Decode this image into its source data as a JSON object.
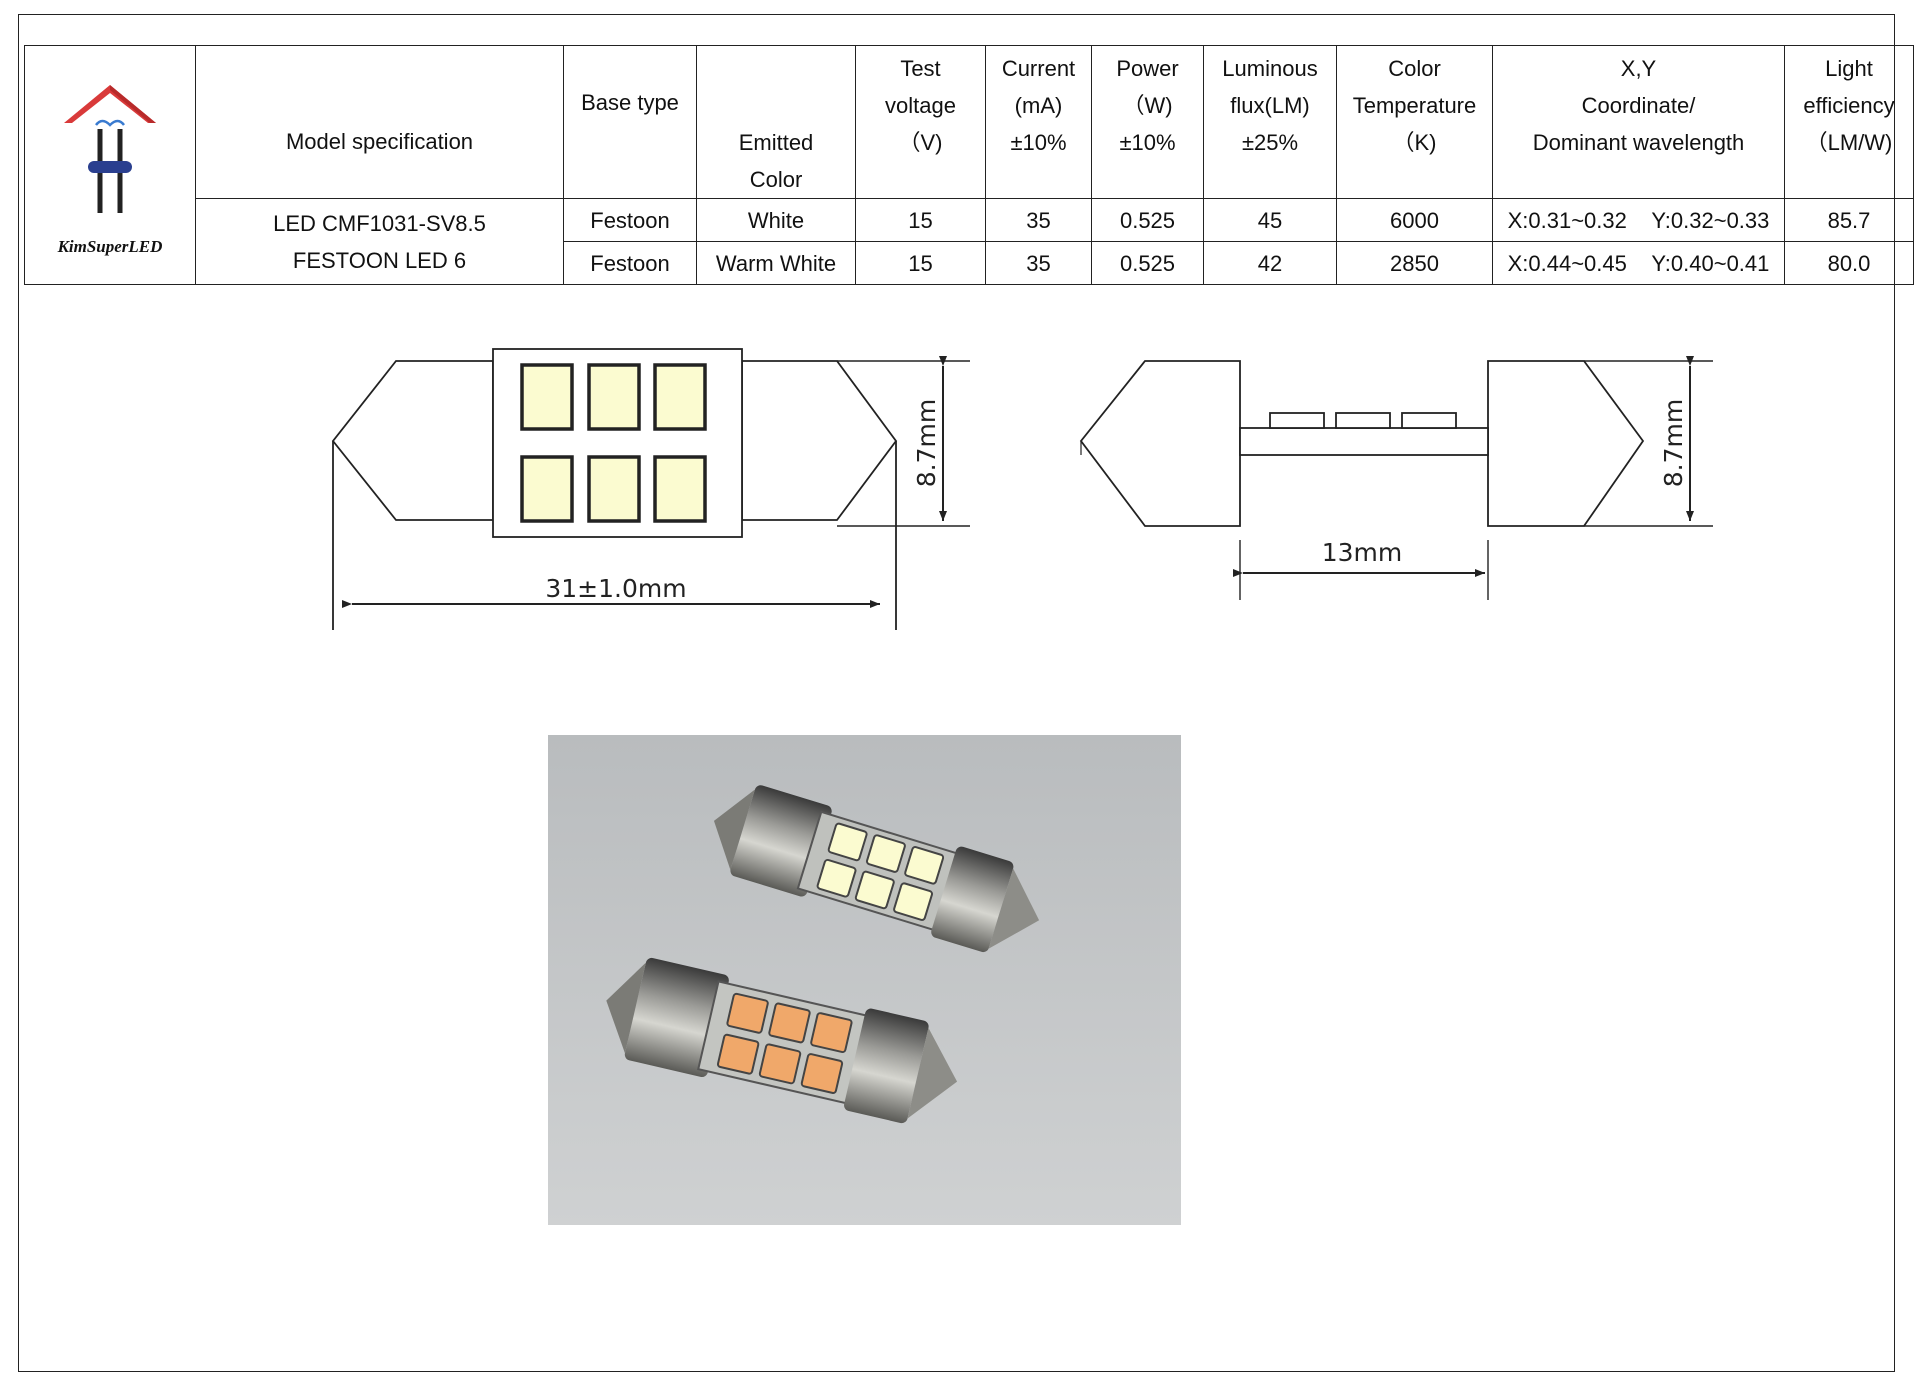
{
  "logo": {
    "brand": "KimSuperLED"
  },
  "table": {
    "headers": {
      "model": "Model specification",
      "base": "Base type",
      "emitted": [
        "Emitted",
        "Color"
      ],
      "voltage": [
        "Test",
        "voltage",
        "（V)"
      ],
      "current": [
        "Current",
        "(mA)",
        "±10%"
      ],
      "power": [
        "Power",
        "（W)",
        "±10%"
      ],
      "flux": [
        "Luminous",
        "flux(LM)",
        "±25%"
      ],
      "cct": [
        "Color",
        "Temperature",
        "（K)"
      ],
      "xy": [
        "X,Y",
        "Coordinate/",
        "Dominant wavelength"
      ],
      "efficiency": [
        "Light",
        "efficiency",
        "（LM/W)"
      ]
    },
    "model_name": [
      "LED CMF1031-SV8.5",
      "FESTOON LED 6"
    ],
    "rows": [
      {
        "base": "Festoon",
        "color": "White",
        "voltage": "15",
        "current": "35",
        "power": "0.525",
        "flux": "45",
        "cct": "6000",
        "x": "X:0.31~0.32",
        "y": "Y:0.32~0.33",
        "efficiency": "85.7"
      },
      {
        "base": "Festoon",
        "color": "Warm White",
        "voltage": "15",
        "current": "35",
        "power": "0.525",
        "flux": "42",
        "cct": "2850",
        "x": "X:0.44~0.45",
        "y": "Y:0.40~0.41",
        "efficiency": "80.0"
      }
    ]
  },
  "drawings": {
    "front_length": "31±1.0mm",
    "front_diameter": "8.7mm",
    "side_spacing": "13mm",
    "side_diameter": "8.7mm"
  },
  "photo": {
    "leds": [
      "white",
      "warm white"
    ]
  },
  "colors": {
    "led_white": "#fbfbd0",
    "led_warm": "#f0a86a",
    "roof": "#d93a3a",
    "bar": "#2a3f8f"
  }
}
